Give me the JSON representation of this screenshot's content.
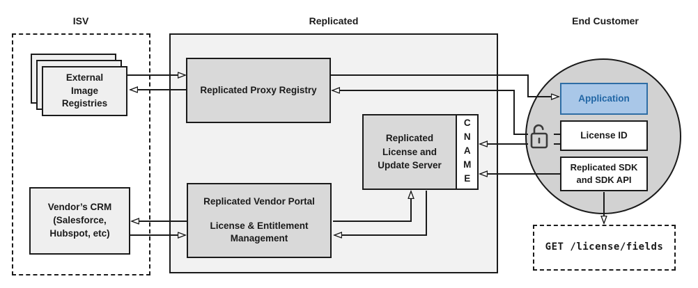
{
  "sections": {
    "isv": {
      "title": "ISV"
    },
    "replicated": {
      "title": "Replicated"
    },
    "end_customer": {
      "title": "End Customer"
    }
  },
  "nodes": {
    "external_image_registries": {
      "label": "External\nImage\nRegistries"
    },
    "vendors_crm": {
      "label": "Vendor’s CRM\n(Salesforce,\nHubspot, etc)"
    },
    "proxy_registry": {
      "label": "Replicated Proxy Registry"
    },
    "license_update_server": {
      "label": "Replicated\nLicense and\nUpdate Server"
    },
    "cname": {
      "label": "CNAME"
    },
    "vendor_portal": {
      "title": "Replicated Vendor Portal",
      "subtitle": "License & Entitlement Management"
    },
    "application": {
      "label": "Application"
    },
    "license_id": {
      "label": "License ID"
    },
    "replicated_sdk": {
      "label": "Replicated SDK\nand SDK API"
    },
    "get_endpoint": {
      "label": "GET /license/fields"
    }
  },
  "icons": {
    "lock": "open-padlock-icon"
  },
  "colors": {
    "line": "#1a1a1a",
    "panel_gray": "#f2f2f2",
    "node_gray": "#d9d9d9",
    "circle_gray": "#d2d2d2",
    "light_box": "#efefef",
    "app_fill": "#a9c7e8",
    "app_border": "#2e6da4",
    "app_text": "#2166a5",
    "lock_color": "#3a3a3a"
  }
}
